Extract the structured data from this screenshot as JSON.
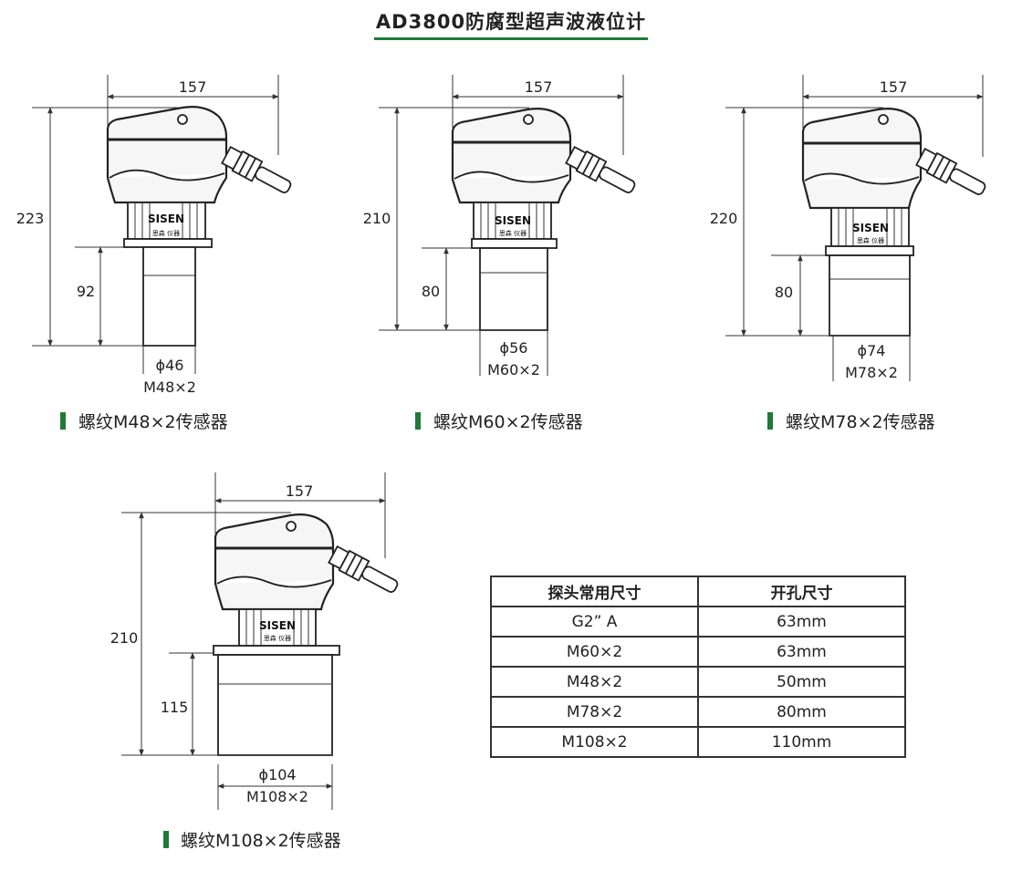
{
  "title": "AD3800防腐型超声波液位计",
  "sensors": [
    {
      "width_label": "157",
      "height_label": "223",
      "probe_height_label": "92",
      "diameter_label": "ϕ46",
      "thread_label": "M48×2",
      "caption": "螺纹M48×2传感器"
    },
    {
      "width_label": "157",
      "height_label": "210",
      "probe_height_label": "80",
      "diameter_label": "ϕ56",
      "thread_label": "M60×2",
      "caption": "螺纹M60×2传感器"
    },
    {
      "width_label": "157",
      "height_label": "220",
      "probe_height_label": "80",
      "diameter_label": "ϕ74",
      "thread_label": "M78×2",
      "caption": "螺纹M78×2传感器"
    },
    {
      "width_label": "157",
      "height_label": "210",
      "probe_height_label": "115",
      "diameter_label": "ϕ104",
      "thread_label": "M108×2",
      "caption": "螺纹M108×2传感器"
    }
  ],
  "brand": {
    "name": "SISEN",
    "sub": "思森 仪器"
  },
  "table": {
    "headers": [
      "探头常用尺寸",
      "开孔尺寸"
    ],
    "rows": [
      [
        "G2” A",
        "63mm"
      ],
      [
        "M60×2",
        "63mm"
      ],
      [
        "M48×2",
        "50mm"
      ],
      [
        "M78×2",
        "80mm"
      ],
      [
        "M108×2",
        "110mm"
      ]
    ]
  },
  "colors": {
    "accent": "#1f7a38"
  }
}
